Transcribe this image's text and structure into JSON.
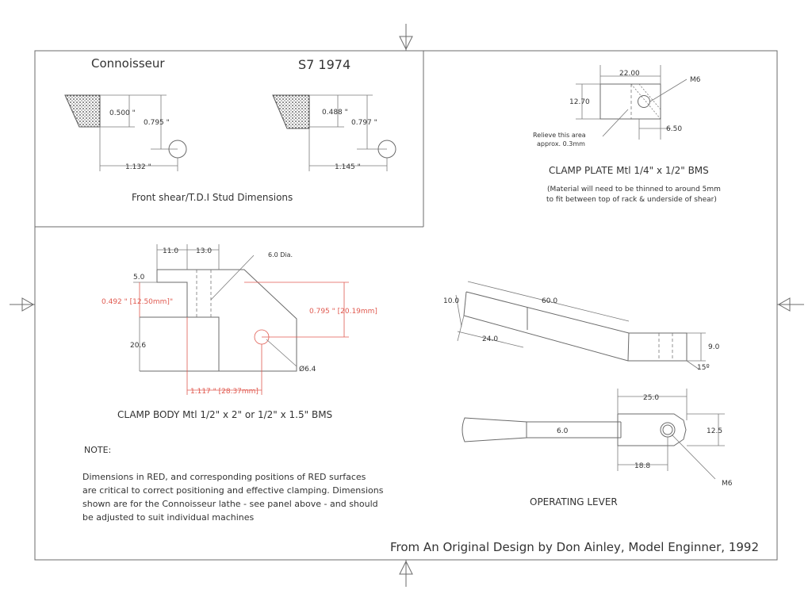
{
  "stud_panel": {
    "left_title": "Connoisseur",
    "right_title": "S7 1974",
    "left_dims": {
      "a": "0.500 \"",
      "b": "0.795 \"",
      "c": "1.132 \""
    },
    "right_dims": {
      "a": "0.488 \"",
      "b": "0.797 \"",
      "c": "1.145 \""
    },
    "caption": "Front shear/T.D.I Stud Dimensions"
  },
  "clamp_plate": {
    "width": "22.00",
    "height": "12.70",
    "hole": "M6",
    "offset": "6.50",
    "relieve_line1": "Relieve this area",
    "relieve_line2": "approx. 0.3mm",
    "title": "CLAMP PLATE  Mtl 1/4\" x 1/2\" BMS",
    "note_line1": "(Material will need to be thinned to around 5mm",
    "note_line2": "to fit between top of rack & underside of shear)"
  },
  "clamp_body": {
    "d11": "11.0",
    "d13": "13.0",
    "dia": "6.0 Dia.",
    "d5": "5.0",
    "red_left": "0.492 \" [12.50mm]\"",
    "red_right": "0.795 \" [20.19mm]",
    "d20": "20.6",
    "hole": "Ø6.4",
    "red_bottom": "1.117 \" [28.37mm]",
    "title": "CLAMP BODY   Mtl 1/2\" x 2\" or 1/2\" x 1.5\" BMS"
  },
  "note": {
    "heading": "NOTE:",
    "line1": "Dimensions in RED, and corresponding positions of RED surfaces",
    "line2": "are critical to correct positioning and effective clamping.  Dimensions",
    "line3": "shown are for the Connoisseur lathe - see panel above - and should",
    "line4": "be adjusted to suit individual machines"
  },
  "lever_side": {
    "d10": "10.0",
    "d60": "60.0",
    "d24": "24.0",
    "d9": "9.0",
    "angle": "15º"
  },
  "lever_top": {
    "d25": "25.0",
    "d6": "6.0",
    "d125": "12.5",
    "d188": "18.8",
    "hole": "M6",
    "title": "OPERATING LEVER"
  },
  "footer": {
    "credit": "From An Original Design by Don Ainley, Model Enginner, 1992"
  }
}
